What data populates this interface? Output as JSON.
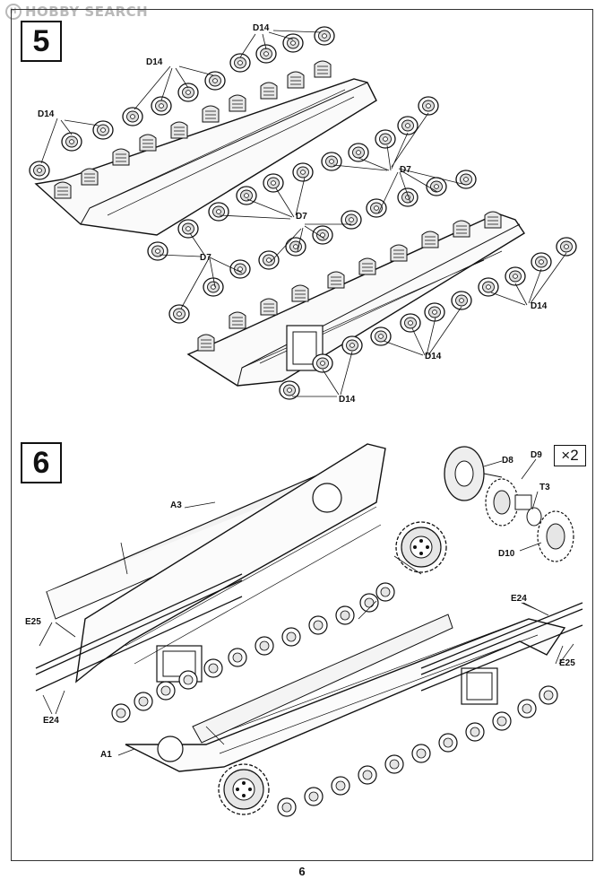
{
  "watermark": {
    "badge": "H",
    "text": "HOBBY SEARCH"
  },
  "page_number": "6",
  "step5": {
    "number": "5",
    "labels": {
      "d14_top": "D14",
      "d14_upper_left": "D14",
      "d14_left": "D14",
      "d7_center": "D7",
      "d7_mid": "D7",
      "d7_lower": "D7",
      "d14_right": "D14",
      "d14_lower_right": "D14",
      "d14_bottom": "D14"
    }
  },
  "step6": {
    "number": "6",
    "multiplier": "×2",
    "labels": {
      "a3": "A3",
      "e25_left": "E25",
      "e24_left": "E24",
      "a1": "A1",
      "e24_right": "E24",
      "e25_right": "E25",
      "d8": "D8",
      "d9": "D9",
      "t3": "T3",
      "d10": "D10"
    }
  }
}
